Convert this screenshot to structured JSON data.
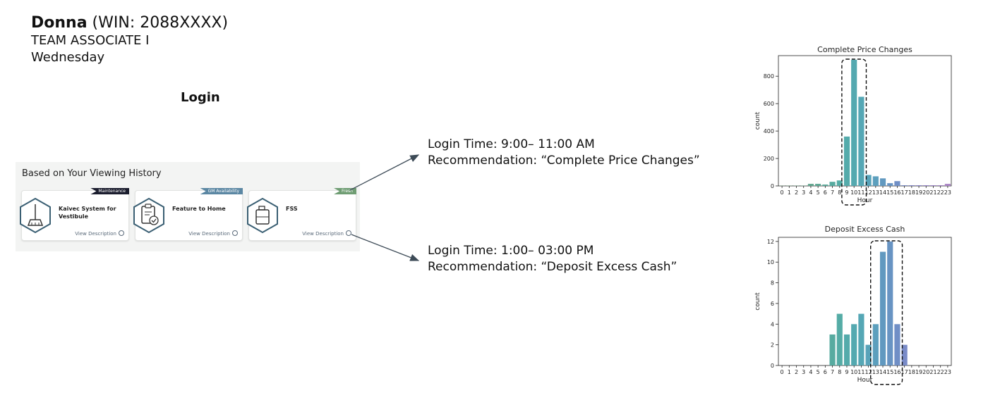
{
  "header": {
    "name": "Donna",
    "win": "(WIN: 2088XXXX)",
    "role": "TEAM ASSOCIATE I",
    "day": "Wednesday"
  },
  "login_heading": "Login",
  "viewing_panel": {
    "title": "Based on Your Viewing History",
    "cards": [
      {
        "tag": "Maintenance",
        "tag_color": "#1b1d2e",
        "title": "Kaivec System for Vestibule",
        "desc": "View Description",
        "icon": "mop-icon"
      },
      {
        "tag": "GM Availability",
        "tag_color": "#5b87a3",
        "title": "Feature to Home",
        "desc": "View Description",
        "icon": "clipboard-check-icon"
      },
      {
        "tag": "Fresh",
        "tag_color": "#6f9d73",
        "title": "FSS",
        "desc": "View Description",
        "icon": "jug-icon"
      }
    ]
  },
  "recommendations": [
    {
      "time": "Login Time: 9:00– 11:00 AM",
      "recommendation": "Recommendation: “Complete Price Changes”"
    },
    {
      "time": "Login Time: 1:00– 03:00 PM",
      "recommendation": "Recommendation: “Deposit Excess Cash”"
    }
  ],
  "chart_data": [
    {
      "type": "bar",
      "title": "Complete Price Changes",
      "xlabel": "Hour",
      "ylabel": "count",
      "categories": [
        "0",
        "1",
        "2",
        "3",
        "4",
        "5",
        "6",
        "7",
        "8",
        "9",
        "10",
        "11",
        "12",
        "13",
        "14",
        "15",
        "16",
        "17",
        "18",
        "19",
        "20",
        "21",
        "22",
        "23"
      ],
      "values": [
        2,
        2,
        2,
        2,
        15,
        15,
        10,
        30,
        40,
        360,
        920,
        650,
        80,
        70,
        55,
        20,
        35,
        5,
        5,
        5,
        5,
        5,
        5,
        15
      ],
      "ylim": [
        0,
        950
      ],
      "yticks": [
        0,
        200,
        400,
        600,
        800
      ],
      "highlight": [
        "9",
        "10",
        "11"
      ]
    },
    {
      "type": "bar",
      "title": "Deposit Excess Cash",
      "xlabel": "Hour",
      "ylabel": "count",
      "categories": [
        "0",
        "1",
        "2",
        "3",
        "4",
        "5",
        "6",
        "7",
        "8",
        "9",
        "10",
        "11",
        "12",
        "13",
        "14",
        "15",
        "16",
        "17",
        "18",
        "19",
        "20",
        "21",
        "22",
        "23"
      ],
      "values": [
        0,
        0,
        0,
        0,
        0,
        0,
        0,
        3,
        5,
        3,
        4,
        5,
        2,
        4,
        11,
        12,
        4,
        2,
        0,
        0,
        0,
        0,
        0,
        0
      ],
      "ylim": [
        0,
        12.4
      ],
      "yticks": [
        0,
        2,
        4,
        6,
        8,
        10,
        12
      ],
      "highlight": [
        "13",
        "14",
        "15",
        "16"
      ]
    }
  ]
}
